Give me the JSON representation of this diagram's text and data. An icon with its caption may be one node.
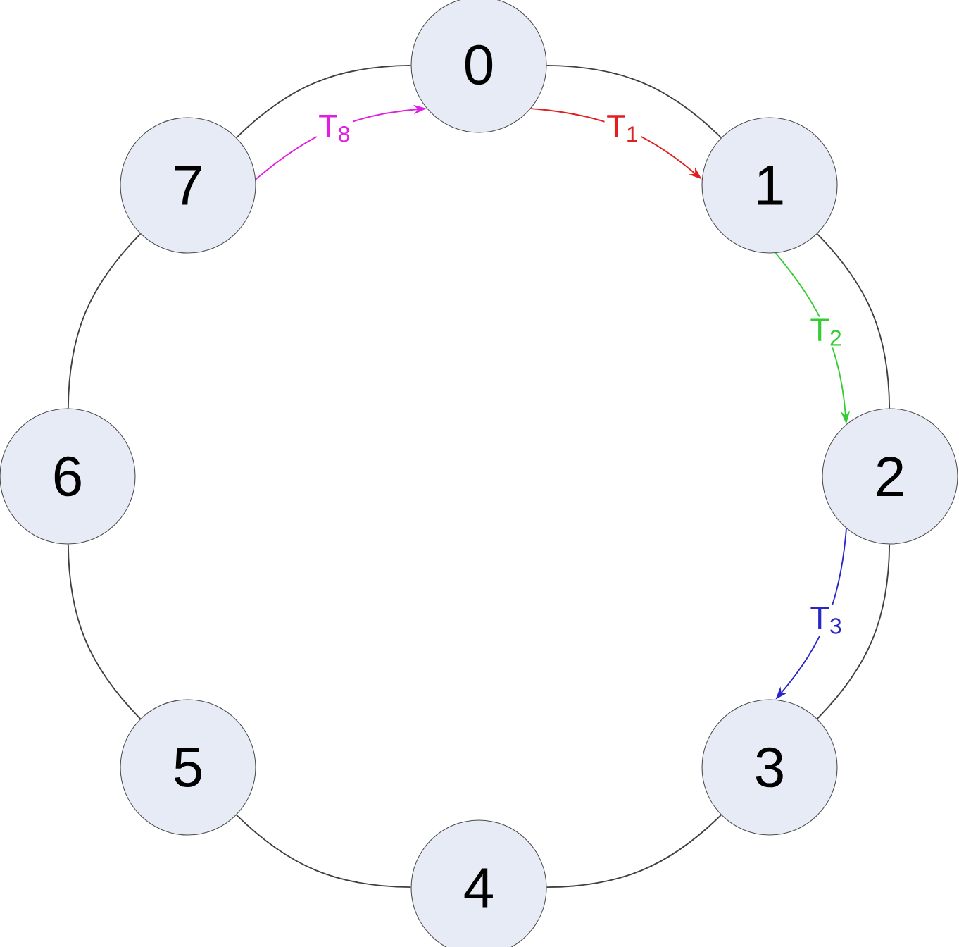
{
  "diagram": {
    "nodes": [
      {
        "text": [
          "0"
        ]
      },
      {
        "text": [
          "1"
        ]
      },
      {
        "text": [
          "2"
        ]
      },
      {
        "text": [
          "3"
        ]
      },
      {
        "text": [
          "4"
        ]
      },
      {
        "text": [
          "5"
        ]
      },
      {
        "text": [
          "6"
        ]
      },
      {
        "text": [
          "7"
        ]
      }
    ],
    "edges": [
      {
        "from": 0,
        "to": 1,
        "arrow": "none"
      },
      {
        "from": 1,
        "to": 2,
        "arrow": "none"
      },
      {
        "from": 2,
        "to": 3,
        "arrow": "none"
      },
      {
        "from": 3,
        "to": 4,
        "arrow": "none"
      },
      {
        "from": 4,
        "to": 5,
        "arrow": "none"
      },
      {
        "from": 5,
        "to": 6,
        "arrow": "none"
      },
      {
        "from": 6,
        "to": 7,
        "arrow": "none"
      },
      {
        "from": 7,
        "to": 0,
        "arrow": "none"
      },
      {
        "from": 0,
        "to": 1,
        "arrow": "to",
        "label": "T$_{1}$",
        "color": "#e02020"
      },
      {
        "from": 1,
        "to": 2,
        "arrow": "to",
        "label": "T$_{2}$",
        "color": "#33cc33"
      },
      {
        "from": 2,
        "to": 3,
        "arrow": "to",
        "label": "T$_{3}$",
        "color": "#2828c8"
      },
      {
        "from": 7,
        "to": 0,
        "arrow": "to",
        "label": "T$_{8}$",
        "color": "#e020e0"
      }
    ]
  }
}
